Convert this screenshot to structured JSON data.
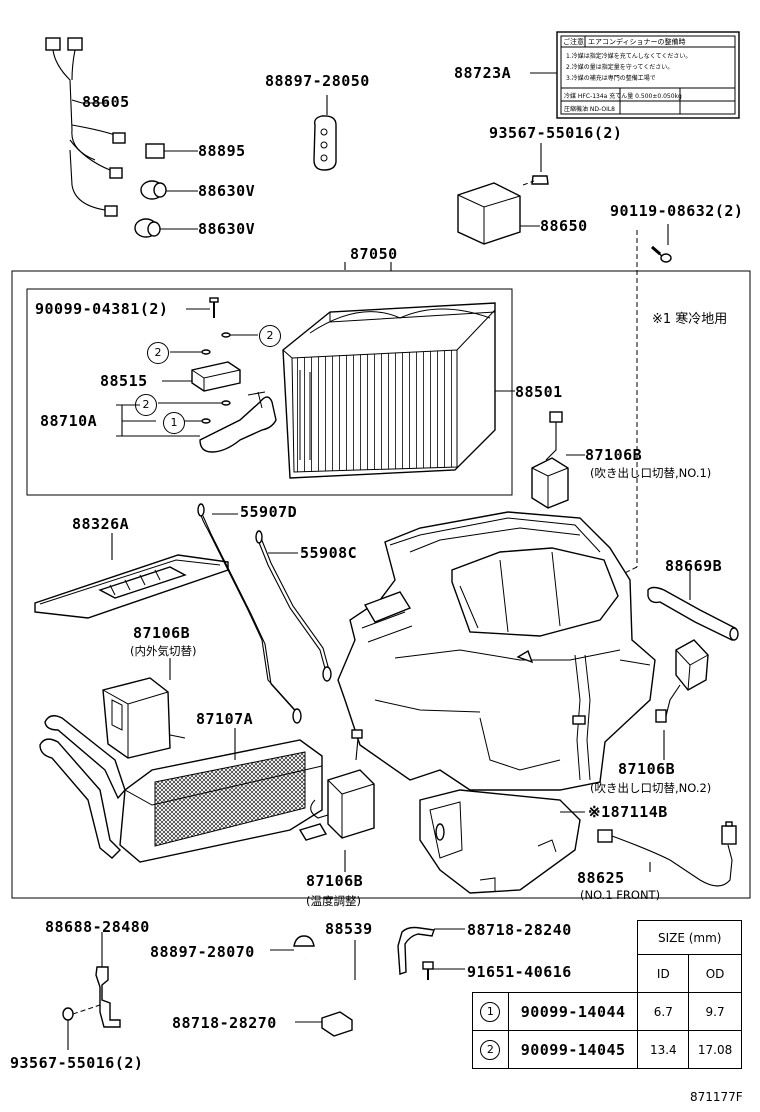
{
  "labels": {
    "p88605": "88605",
    "p88895": "88895",
    "p88630v_1": "88630V",
    "p88630v_2": "88630V",
    "p88897_28050": "88897-28050",
    "p88723a": "88723A",
    "p93567_55016_top": "93567-55016(2)",
    "p88650": "88650",
    "p90119_08632": "90119-08632(2)",
    "p87050": "87050",
    "p90099_04381": "90099-04381(2)",
    "p88515": "88515",
    "p88710a": "88710A",
    "p88501": "88501",
    "p87106b_1": "87106B",
    "p87106b_1_sub": "(吹き出し口切替,NO.1)",
    "p55907d": "55907D",
    "p88326a": "88326A",
    "p55908c": "55908C",
    "p88669b": "88669B",
    "p87106b_2": "87106B",
    "p87106b_2_sub": "(内外気切替)",
    "p87107a": "87107A",
    "p87106b_3": "87106B",
    "p87106b_3_sub": "(吹き出し口切替,NO.2)",
    "p87114b": "※187114B",
    "p88625": "88625",
    "p88625_sub": "(NO.1 FRONT)",
    "p87106b_4": "87106B",
    "p87106b_4_sub": "(温度調整)",
    "cold_note": "※1 寒冷地用",
    "p88688_28480": "88688-28480",
    "p88897_28070": "88897-28070",
    "p88539": "88539",
    "p88718_28240": "88718-28240",
    "p91651_40616": "91651-40616",
    "p88718_28270": "88718-28270",
    "p93567_55016_bot": "93567-55016(2)",
    "c1": "1",
    "c2": "2",
    "c2b": "2",
    "c1b": "1",
    "c2c": "2"
  },
  "caution_label": {
    "header_left": "ご注意",
    "header_right": "エアコンディショナーの整備時",
    "line1": "1.冷媒は指定冷媒を充てんしなくてください。",
    "line2": "2.冷媒の量は指定量を守ってください。",
    "line3": "3.冷媒の補充は専門の整備工場で",
    "line4": "冷媒 HFC-134a 充てん量 0.500±0.050kg",
    "line5": "圧縮機油 ND-OIL8"
  },
  "size_table": {
    "header": "SIZE (mm)",
    "col_id": "ID",
    "col_od": "OD",
    "rows": [
      {
        "ref": "1",
        "part": "90099-14044",
        "id": "6.7",
        "od": "9.7"
      },
      {
        "ref": "2",
        "part": "90099-14045",
        "id": "13.4",
        "od": "17.08"
      }
    ]
  },
  "figure_code": "871177F"
}
